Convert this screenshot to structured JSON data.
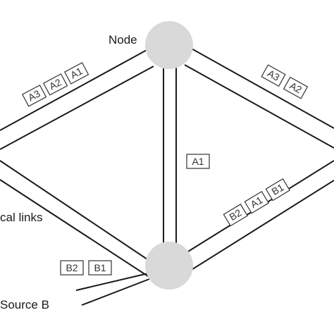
{
  "labels": {
    "node": "Node",
    "links": "cal links",
    "source_b": "Source B"
  },
  "packets": {
    "left_upper": [
      "A3",
      "A2",
      "A1"
    ],
    "right_upper": [
      "A3",
      "A2"
    ],
    "middle": [
      "A1"
    ],
    "right_lower": [
      "B2",
      "A1",
      "B1"
    ],
    "bottom_left": [
      "B2",
      "B1"
    ]
  },
  "colors": {
    "node_fill": "#d9d9d9",
    "line": "#1a1a1a",
    "packet_border": "#333333",
    "background": "#ffffff"
  }
}
